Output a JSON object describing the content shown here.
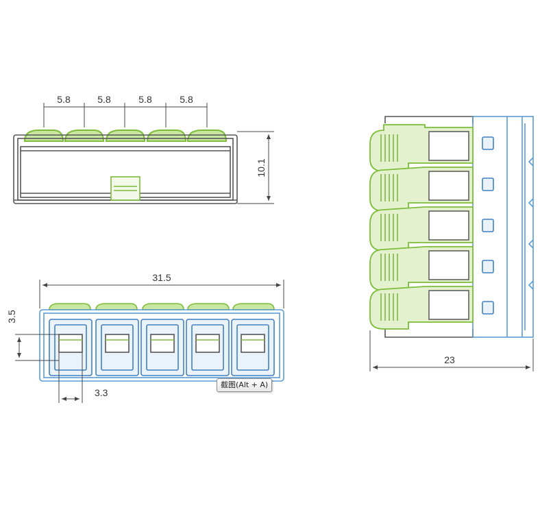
{
  "colors": {
    "green": "#8cc63f",
    "green_dark": "#6fae2b",
    "blue": "#5b9bd5",
    "blue_dark": "#3f80c4",
    "gray": "#555555",
    "dim_line": "#444444"
  },
  "front_view": {
    "pitch_labels": [
      "5.8",
      "5.8",
      "5.8",
      "5.8"
    ],
    "height_label": "10.1"
  },
  "bottom_view": {
    "width_label": "31.5",
    "port_height_label": "3.5",
    "port_width_label": "3.3"
  },
  "side_view": {
    "depth_label": "23"
  },
  "tooltip": {
    "text": "截图(Alt + A)"
  }
}
